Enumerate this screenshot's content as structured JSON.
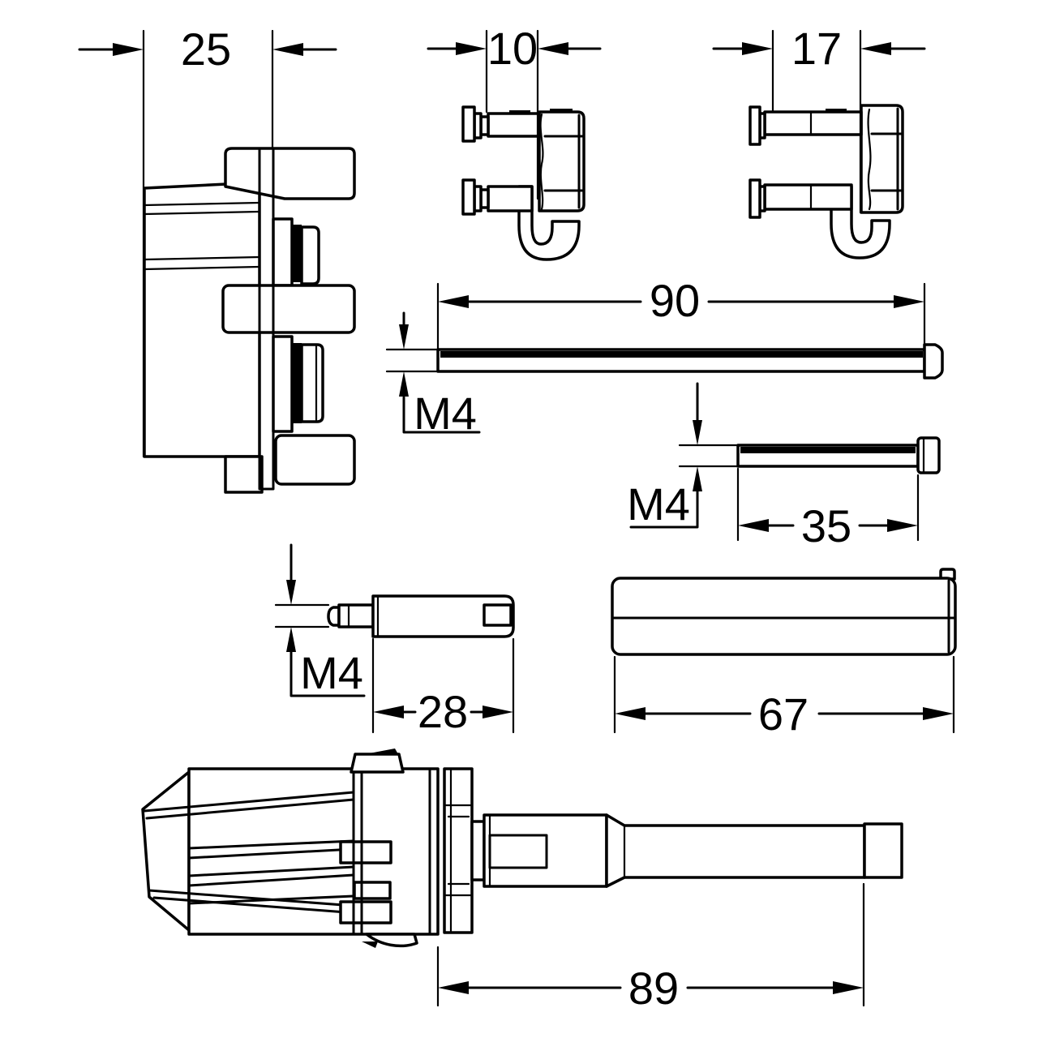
{
  "drawing": {
    "colors": {
      "background": "#ffffff",
      "line": "#000000"
    },
    "dimensions": {
      "adapter_width": "25",
      "small_hook_width": "10",
      "large_hook_width": "17",
      "long_screw_length": "90",
      "long_screw_thread": "M4",
      "short_screw_length": "35",
      "short_screw_thread": "M4",
      "extension_length": "28",
      "extension_thread": "M4",
      "sleeve_length": "67",
      "handle_assembly_length": "89"
    }
  }
}
